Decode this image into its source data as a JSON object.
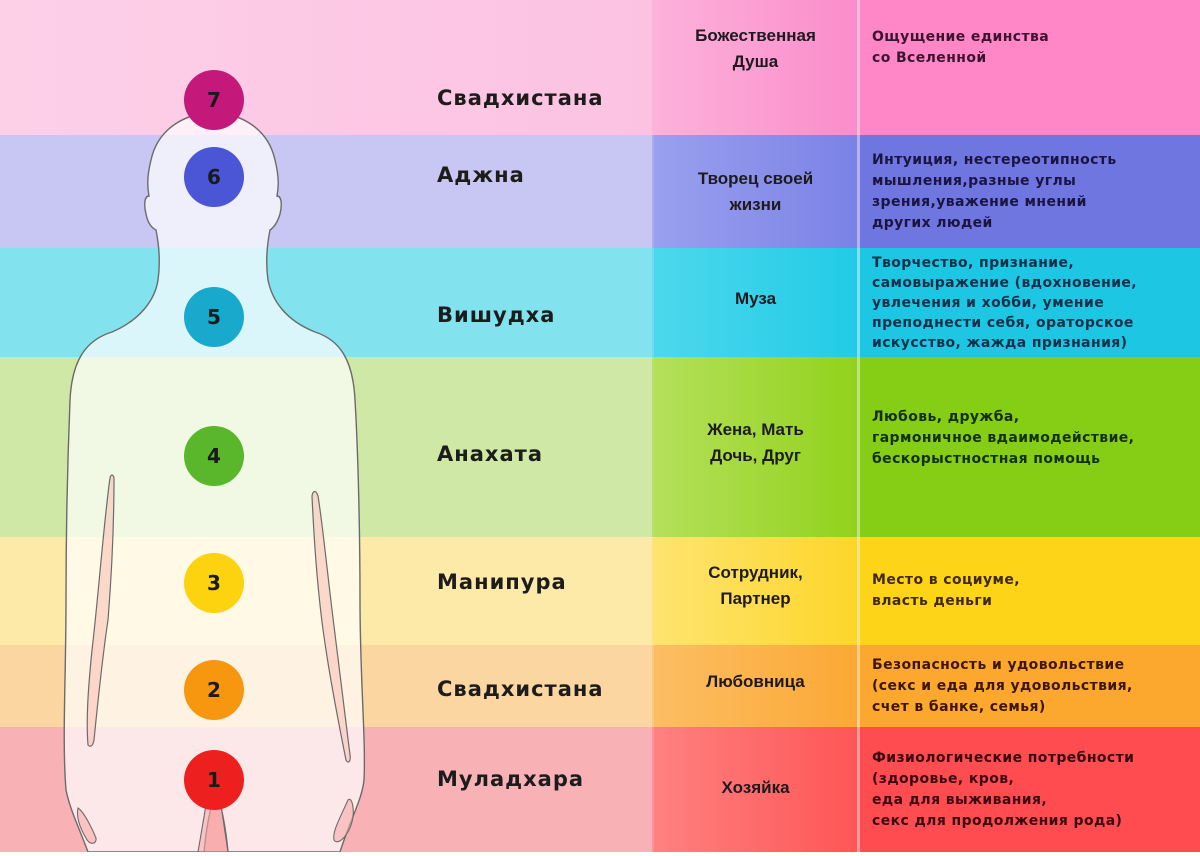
{
  "colors": {
    "row7": {
      "left": "#fcc6e4",
      "role": "#fb94cf",
      "desc": "#ff86c6"
    },
    "row6": {
      "left": "#c7c5f1",
      "role": "#7e86e8",
      "desc": "#7077e0"
    },
    "row5": {
      "left": "#84e3ef",
      "role": "#2cd0e8",
      "desc": "#1ec9e6"
    },
    "row4": {
      "left": "#cde7a2",
      "role": "#9ed82a",
      "desc": "#86ce16"
    },
    "row3": {
      "left": "#fde9a6",
      "role": "#fdd93c",
      "desc": "#fed318"
    },
    "row2": {
      "left": "#fbd8a0",
      "role": "#fcad3c",
      "desc": "#fca730"
    },
    "row1": {
      "left": "#f8b0b4",
      "role": "#fe6262",
      "desc": "#ff4d50"
    },
    "silhouette_fill": "rgba(255,255,255,0.72)",
    "silhouette_stroke": "#6b6b6b"
  },
  "chakras": [
    {
      "number": "7",
      "name": "Свадхистана",
      "role": "Божественная\nДуша",
      "description": "Ощущение единства\nсо Вселенной",
      "circle_color": "#c4187a"
    },
    {
      "number": "6",
      "name": "Аджна",
      "role": "Творец своей\nжизни",
      "description": "Интуиция, нестереотипность\nмышления,разные углы\nзрения,уважение мнений\nдругих людей",
      "circle_color": "#4b56d6"
    },
    {
      "number": "5",
      "name": "Вишудха",
      "role": "Муза",
      "description": "Творчество, признание,\nсамовыражение (вдохновение,\nувлечения и хобби, умение\nпреподнести себя, ораторское\nискусство, жажда признания)",
      "circle_color": "#18a9cc"
    },
    {
      "number": "4",
      "name": "Анахата",
      "role": "Жена, Мать\nДочь, Друг",
      "description": "Любовь, дружба,\nгармоничное вдаимодействие,\nбескорыстностная помощь",
      "circle_color": "#5ab62a"
    },
    {
      "number": "3",
      "name": "Манипура",
      "role": "Сотрудник,\nПартнер",
      "description": "Место в социуме,\nвласть деньги",
      "circle_color": "#fdd20e"
    },
    {
      "number": "2",
      "name": "Свадхистана",
      "role": "Любовница",
      "description": "Безопасность и удовольствие\n(секс и еда для удовольствия,\nсчет в банке, семья)",
      "circle_color": "#f7970f"
    },
    {
      "number": "1",
      "name": "Муладхара",
      "role": "Хозяйка",
      "description": "Физиологические потребности\n(здоровье, кров,\nеда для выживания,\nсекс для продолжения рода)",
      "circle_color": "#ee1f1f"
    }
  ]
}
